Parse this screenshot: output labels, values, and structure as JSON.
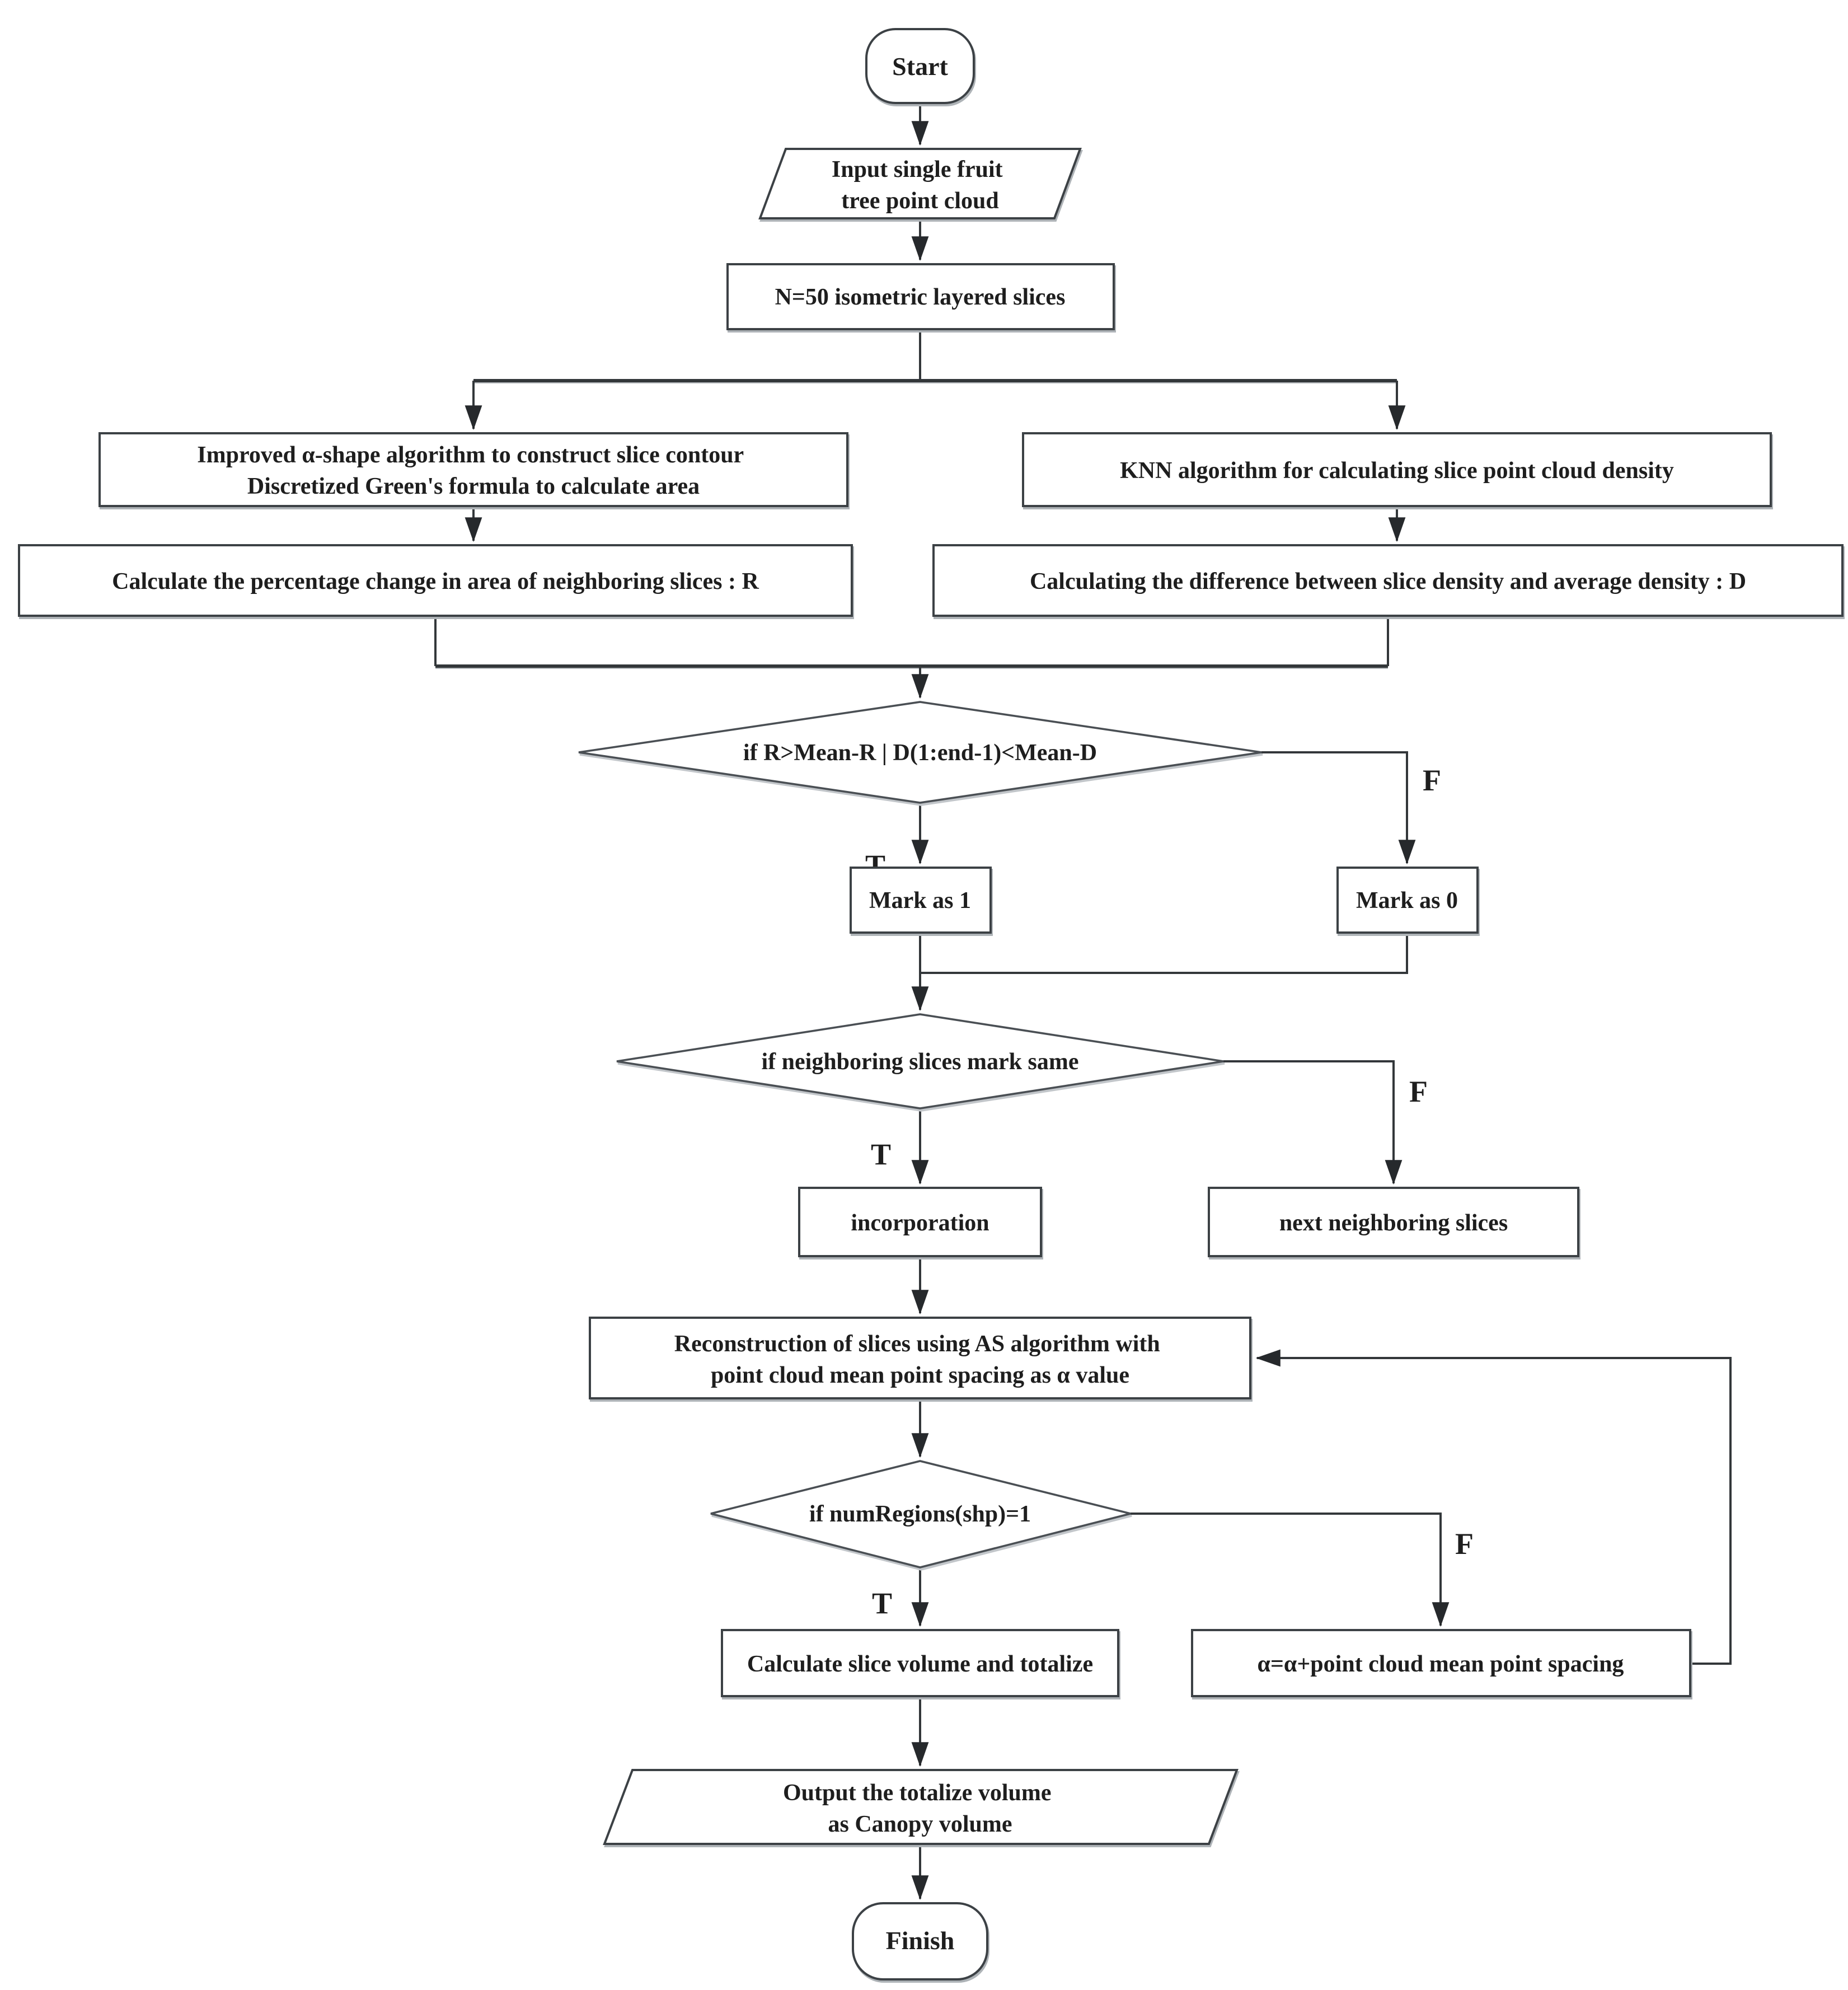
{
  "diagram": {
    "title": "Canopy volume calculation flowchart",
    "background_color": "#ffffff",
    "stroke_color": "#3c4145",
    "text_color": "#1e1e1e"
  },
  "labels": {
    "true": "T",
    "false": "F"
  },
  "nodes": {
    "start": {
      "type": "terminator",
      "lines": [
        "Start"
      ]
    },
    "input": {
      "type": "io",
      "lines": [
        "Input single fruit",
        "tree point cloud"
      ]
    },
    "slices": {
      "type": "process",
      "lines": [
        "N=50 isometric layered slices"
      ]
    },
    "alpha_shape": {
      "type": "process",
      "lines": [
        "Improved α-shape algorithm to construct slice contour",
        "Discretized Green's formula to calculate area"
      ]
    },
    "knn": {
      "type": "process",
      "lines": [
        "KNN algorithm for calculating slice point cloud density"
      ]
    },
    "area_change": {
      "type": "process",
      "lines": [
        "Calculate the percentage change in area of neighboring slices : R"
      ]
    },
    "density_diff": {
      "type": "process",
      "lines": [
        "Calculating the difference between slice density and average density : D"
      ]
    },
    "decision_rd": {
      "type": "decision",
      "lines": [
        "if R>Mean-R | D(1:end-1)<Mean-D"
      ]
    },
    "mark1": {
      "type": "process",
      "lines": [
        "Mark as 1"
      ]
    },
    "mark0": {
      "type": "process",
      "lines": [
        "Mark as 0"
      ]
    },
    "decision_mark": {
      "type": "decision",
      "lines": [
        "if neighboring slices mark same"
      ]
    },
    "incorporation": {
      "type": "process",
      "lines": [
        "incorporation"
      ]
    },
    "next_slices": {
      "type": "process",
      "lines": [
        "next neighboring slices"
      ]
    },
    "reconstruction": {
      "type": "process",
      "lines": [
        "Reconstruction of slices using AS algorithm with",
        "point cloud mean point spacing as α value"
      ]
    },
    "decision_regions": {
      "type": "decision",
      "lines": [
        "if numRegions(shp)=1"
      ]
    },
    "volume": {
      "type": "process",
      "lines": [
        "Calculate slice volume and totalize"
      ]
    },
    "alpha_update": {
      "type": "process",
      "lines": [
        "α=α+point cloud mean point spacing"
      ]
    },
    "output": {
      "type": "io",
      "lines": [
        "Output the totalize volume",
        "as Canopy volume"
      ]
    },
    "finish": {
      "type": "terminator",
      "lines": [
        "Finish"
      ]
    }
  }
}
